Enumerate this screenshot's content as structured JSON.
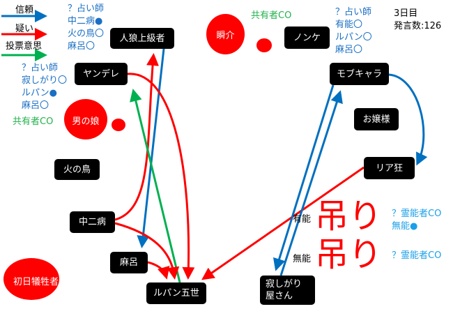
{
  "legend": {
    "trust": "信頼",
    "doubt": "疑い",
    "vote": "投票意思",
    "colors": {
      "trust": "#0070c0",
      "doubt": "#ff0000",
      "vote": "#00b050"
    }
  },
  "status": {
    "day": "3日目",
    "posts": "発言数:126"
  },
  "nodes": {
    "jinro": "人狼上級者",
    "yandere": "ヤンデレ",
    "otokonoko": "男の娘",
    "hinotori": "火の鳥",
    "chuni": "中二病",
    "maro": "麻呂",
    "lupin": "ルパン五世",
    "shonichi": "初日犠牲者",
    "shunsuke": "瞬介",
    "nonke": "ノンケ",
    "mob": "モブキャラ",
    "ojou": "お嬢様",
    "riakyo": "リア狂",
    "sabishi": "寂しがり\n屋さん"
  },
  "notes": {
    "jinro_seer": [
      "？占い師",
      "中二病●",
      "火の鳥〇",
      "麻呂〇"
    ],
    "yandere_seer": [
      "？占い師",
      "寂しがり〇",
      "ルパン●",
      "麻呂〇"
    ],
    "otoko_co": "共有者CO",
    "shun_co": "共有者CO",
    "nonke_seer": [
      "？占い師",
      "有能〇",
      "ルパン〇",
      "麻呂〇"
    ],
    "medium1": [
      "？霊能者CO",
      "無能●"
    ],
    "medium2": "？霊能者CO",
    "hang1": "吊り",
    "hang1_name": "有能",
    "hang2": "吊り",
    "hang2_name": "無能"
  }
}
